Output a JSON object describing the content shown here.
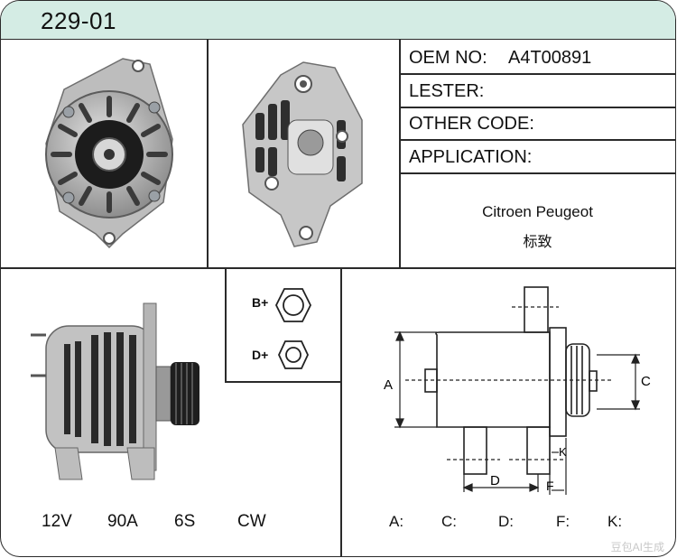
{
  "header": {
    "part_number": "229-01"
  },
  "info": {
    "oem_label": "OEM NO:",
    "oem_value": "A4T00891",
    "lester_label": "LESTER:",
    "other_code_label": "OTHER CODE:",
    "application_label": "APPLICATION:",
    "application_value": "Citroen  Peugeot",
    "application_cn": "标致"
  },
  "terminals": {
    "b_plus": "B+",
    "d_plus": "D+"
  },
  "specs": {
    "voltage": "12V",
    "amperage": "90A",
    "pulley": "6S",
    "rotation": "CW"
  },
  "dimensions": {
    "label_a": "A:",
    "label_c": "C:",
    "label_d": "D:",
    "label_f": "F:",
    "label_k": "K:",
    "diagram_a": "A",
    "diagram_c": "C",
    "diagram_d": "D",
    "diagram_f": "F",
    "diagram_k": "K"
  },
  "watermark": "豆包AI生成"
}
